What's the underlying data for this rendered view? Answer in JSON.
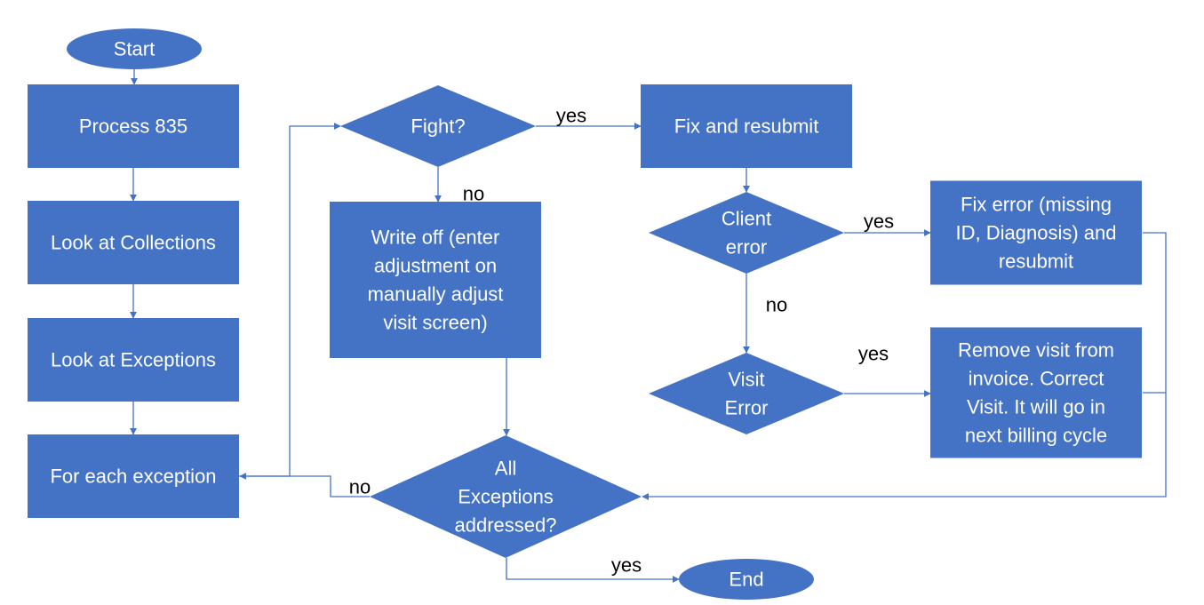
{
  "diagram": {
    "colors": {
      "node_fill": "#4472C4",
      "node_text": "#FFFFFF",
      "edge": "#4472C4",
      "edge_label": "#000000"
    },
    "nodes": {
      "start": {
        "shape": "ellipse",
        "lines": [
          "Start"
        ]
      },
      "process835": {
        "shape": "rectangle",
        "lines": [
          "Process 835"
        ]
      },
      "collections": {
        "shape": "rectangle",
        "lines": [
          "Look at Collections"
        ]
      },
      "exceptions": {
        "shape": "rectangle",
        "lines": [
          "Look at Exceptions"
        ]
      },
      "foreach": {
        "shape": "rectangle",
        "lines": [
          "For each exception"
        ]
      },
      "fight": {
        "shape": "diamond",
        "lines": [
          "Fight?"
        ]
      },
      "writeoff": {
        "shape": "rectangle",
        "lines": [
          "Write off (enter",
          "adjustment on",
          "manually adjust",
          "visit screen)"
        ]
      },
      "alldone": {
        "shape": "diamond",
        "lines": [
          "All",
          "Exceptions",
          "addressed?"
        ]
      },
      "end": {
        "shape": "ellipse",
        "lines": [
          "End"
        ]
      },
      "fixresubmit": {
        "shape": "rectangle",
        "lines": [
          "Fix and resubmit"
        ]
      },
      "clienterror": {
        "shape": "diamond",
        "lines": [
          "Client",
          "error"
        ]
      },
      "visiterror": {
        "shape": "diamond",
        "lines": [
          "Visit",
          "Error"
        ]
      },
      "fixerror": {
        "shape": "rectangle",
        "lines": [
          "Fix error (missing",
          "ID, Diagnosis) and",
          "resubmit"
        ]
      },
      "removevisit": {
        "shape": "rectangle",
        "lines": [
          "Remove visit from",
          "invoice. Correct",
          "Visit. It will go in",
          "next billing cycle"
        ]
      }
    },
    "edges": [
      {
        "id": "start-process",
        "from": "start",
        "to": "process835",
        "label": ""
      },
      {
        "id": "process-collections",
        "from": "process835",
        "to": "collections",
        "label": ""
      },
      {
        "id": "collections-exceptions",
        "from": "collections",
        "to": "exceptions",
        "label": ""
      },
      {
        "id": "exceptions-foreach",
        "from": "exceptions",
        "to": "foreach",
        "label": ""
      },
      {
        "id": "foreach-fight",
        "from": "foreach",
        "to": "fight",
        "label": ""
      },
      {
        "id": "fight-fixresubmit",
        "from": "fight",
        "to": "fixresubmit",
        "label": "yes"
      },
      {
        "id": "fight-writeoff",
        "from": "fight",
        "to": "writeoff",
        "label": "no"
      },
      {
        "id": "writeoff-alldone",
        "from": "writeoff",
        "to": "alldone",
        "label": ""
      },
      {
        "id": "alldone-foreach",
        "from": "alldone",
        "to": "foreach",
        "label": "no"
      },
      {
        "id": "alldone-end",
        "from": "alldone",
        "to": "end",
        "label": "yes"
      },
      {
        "id": "fixresubmit-client",
        "from": "fixresubmit",
        "to": "clienterror",
        "label": ""
      },
      {
        "id": "client-fixerror",
        "from": "clienterror",
        "to": "fixerror",
        "label": "yes"
      },
      {
        "id": "client-visit",
        "from": "clienterror",
        "to": "visiterror",
        "label": "no"
      },
      {
        "id": "visit-remove",
        "from": "visiterror",
        "to": "removevisit",
        "label": "yes"
      },
      {
        "id": "fixerror-alldone",
        "from": "fixerror",
        "to": "alldone",
        "label": ""
      },
      {
        "id": "remove-alldone",
        "from": "removevisit",
        "to": "alldone",
        "label": ""
      }
    ]
  }
}
